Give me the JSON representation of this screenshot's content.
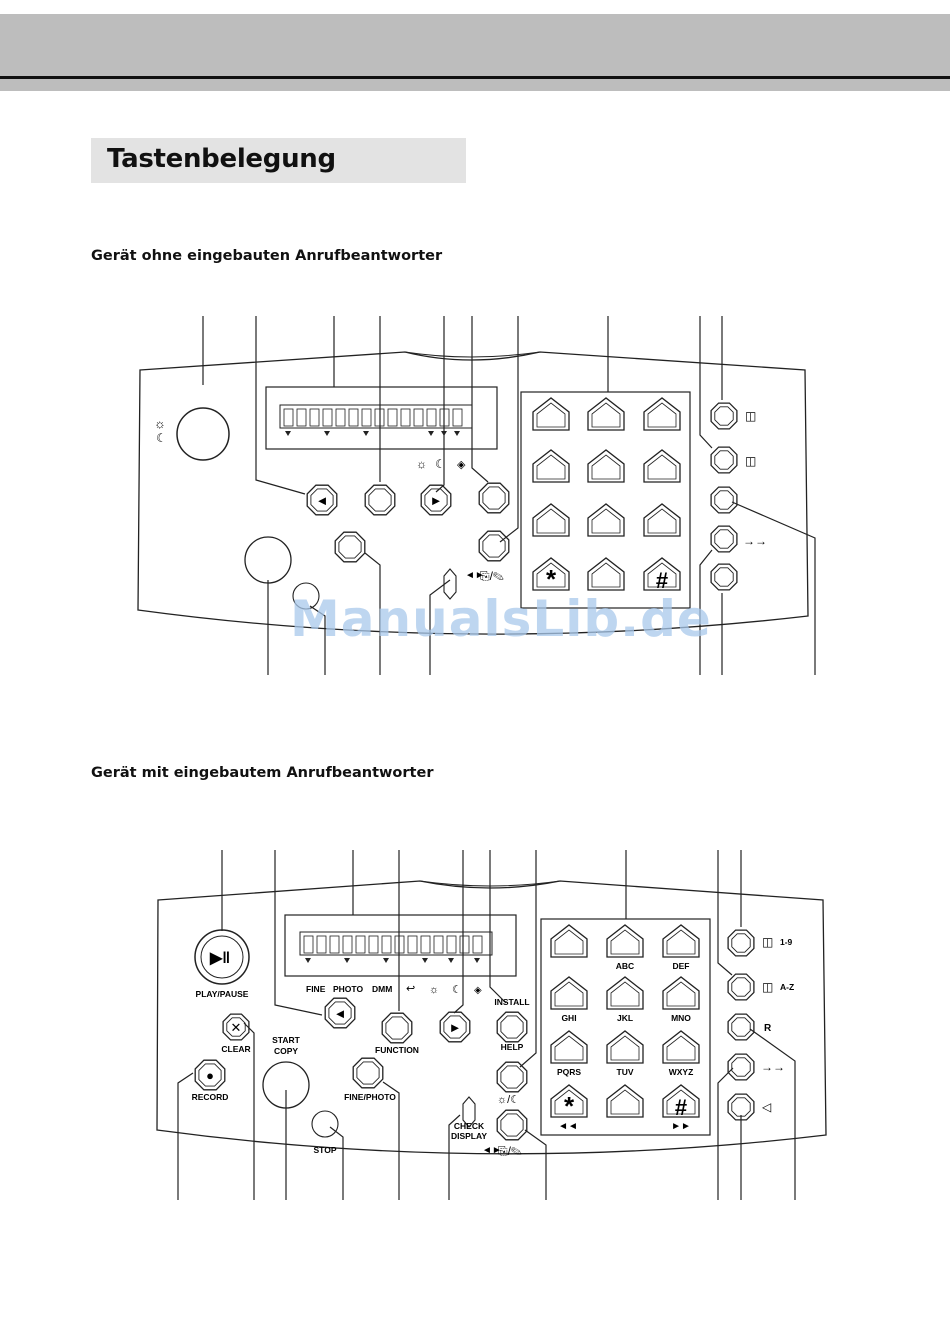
{
  "header": {
    "title": "Tastenbelegung"
  },
  "sections": [
    {
      "heading": "Gerät ohne eingebauten Anrufbeantworter"
    },
    {
      "heading": "Gerät mit eingebautem Anrufbeantworter"
    }
  ],
  "device1": {
    "keypad": [
      "",
      "",
      "",
      "",
      "",
      "",
      "",
      "",
      "",
      "*",
      "",
      "#"
    ]
  },
  "device2": {
    "play_pause": "PLAY/PAUSE",
    "clear": "CLEAR",
    "record": "RECORD",
    "start_copy_1": "START",
    "start_copy_2": "COPY",
    "stop": "STOP",
    "function": "FUNCTION",
    "fine_photo": "FINE/PHOTO",
    "install": "INSTALL",
    "help": "HELP",
    "check_display_1": "CHECK",
    "check_display_2": "DISPLAY",
    "display_fine": "FINE",
    "display_photo": "PHOTO",
    "display_dmm": "DMM",
    "speed_1_9": "1-9",
    "speed_a_z": "A-Z",
    "r_key": "R",
    "keypad_letters": [
      "",
      "ABC",
      "DEF",
      "GHI",
      "JKL",
      "MNO",
      "PQRS",
      "TUV",
      "WXYZ",
      "",
      "",
      ""
    ],
    "keypad": [
      "",
      "",
      "",
      "",
      "",
      "",
      "",
      "",
      "",
      "*",
      "",
      "#"
    ],
    "rewind": "◄◄",
    "forward": "►►"
  },
  "watermark": "ManualsLib.de"
}
